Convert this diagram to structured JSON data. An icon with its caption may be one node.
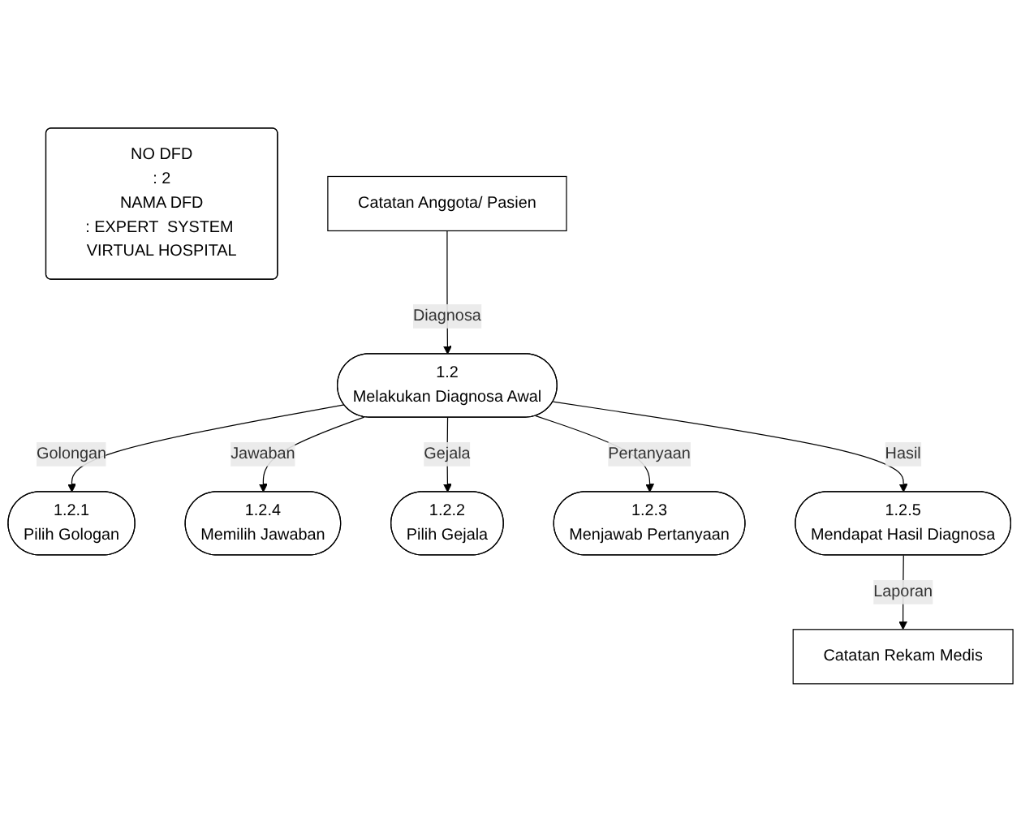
{
  "diagram": {
    "nodes": [
      {
        "text": [
          "NO DFD",
          ": 2",
          "NAMA DFD",
          ": EXPERT  SYSTEM VIRTUAL HOSPITAL"
        ]
      },
      {
        "text": [
          "Catatan Anggota/ Pasien"
        ]
      },
      {
        "text": [
          "1.2",
          "Melakukan Diagnosa Awal"
        ]
      },
      {
        "text": [
          "1.2.1",
          "Pilih Gologan"
        ]
      },
      {
        "text": [
          "1.2.4",
          "Memilih Jawaban"
        ]
      },
      {
        "text": [
          "1.2.2",
          "Pilih Gejala"
        ]
      },
      {
        "text": [
          "1.2.3",
          "Menjawab Pertanyaan"
        ]
      },
      {
        "text": [
          "1.2.5",
          "Mendapat Hasil Diagnosa"
        ]
      },
      {
        "text": [
          "Catatan Rekam Medis"
        ]
      }
    ],
    "edges": [
      {
        "from": 1,
        "to": 2,
        "arrow": "to",
        "label": "Diagnosa"
      },
      {
        "from": 2,
        "to": 3,
        "arrow": "to",
        "label": "Golongan"
      },
      {
        "from": 2,
        "to": 4,
        "arrow": "to",
        "label": "Jawaban"
      },
      {
        "from": 2,
        "to": 5,
        "arrow": "to",
        "label": "Gejala"
      },
      {
        "from": 2,
        "to": 6,
        "arrow": "to",
        "label": "Pertanyaan"
      },
      {
        "from": 2,
        "to": 7,
        "arrow": "to",
        "label": "Hasil"
      },
      {
        "from": 7,
        "to": 8,
        "arrow": "to",
        "label": "Laporan"
      }
    ]
  }
}
